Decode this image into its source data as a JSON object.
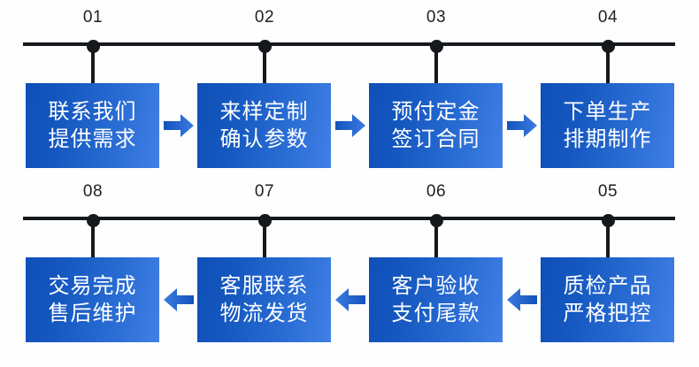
{
  "diagram": {
    "title": "order-process-flow",
    "background_color": "#fefefe",
    "axis_color": "#15181c",
    "card_gradient_start": "#0f4fb8",
    "card_gradient_end": "#4180e6",
    "arrow_color": "#2a6ad0",
    "card_text_color": "#ffffff",
    "step_number_color": "#1d2023"
  },
  "rows": [
    {
      "name": "row-top",
      "direction": "left-to-right",
      "steps": [
        {
          "number": "01",
          "line1": "联系我们",
          "line2": "提供需求"
        },
        {
          "number": "02",
          "line1": "来样定制",
          "line2": "确认参数"
        },
        {
          "number": "03",
          "line1": "预付定金",
          "line2": "签订合同"
        },
        {
          "number": "04",
          "line1": "下单生产",
          "line2": "排期制作"
        }
      ]
    },
    {
      "name": "row-bottom",
      "direction": "right-to-left",
      "steps": [
        {
          "number": "08",
          "line1": "交易完成",
          "line2": "售后维护"
        },
        {
          "number": "07",
          "line1": "客服联系",
          "line2": "物流发货"
        },
        {
          "number": "06",
          "line1": "客户验收",
          "line2": "支付尾款"
        },
        {
          "number": "05",
          "line1": "质检产品",
          "line2": "严格把控"
        }
      ]
    }
  ]
}
